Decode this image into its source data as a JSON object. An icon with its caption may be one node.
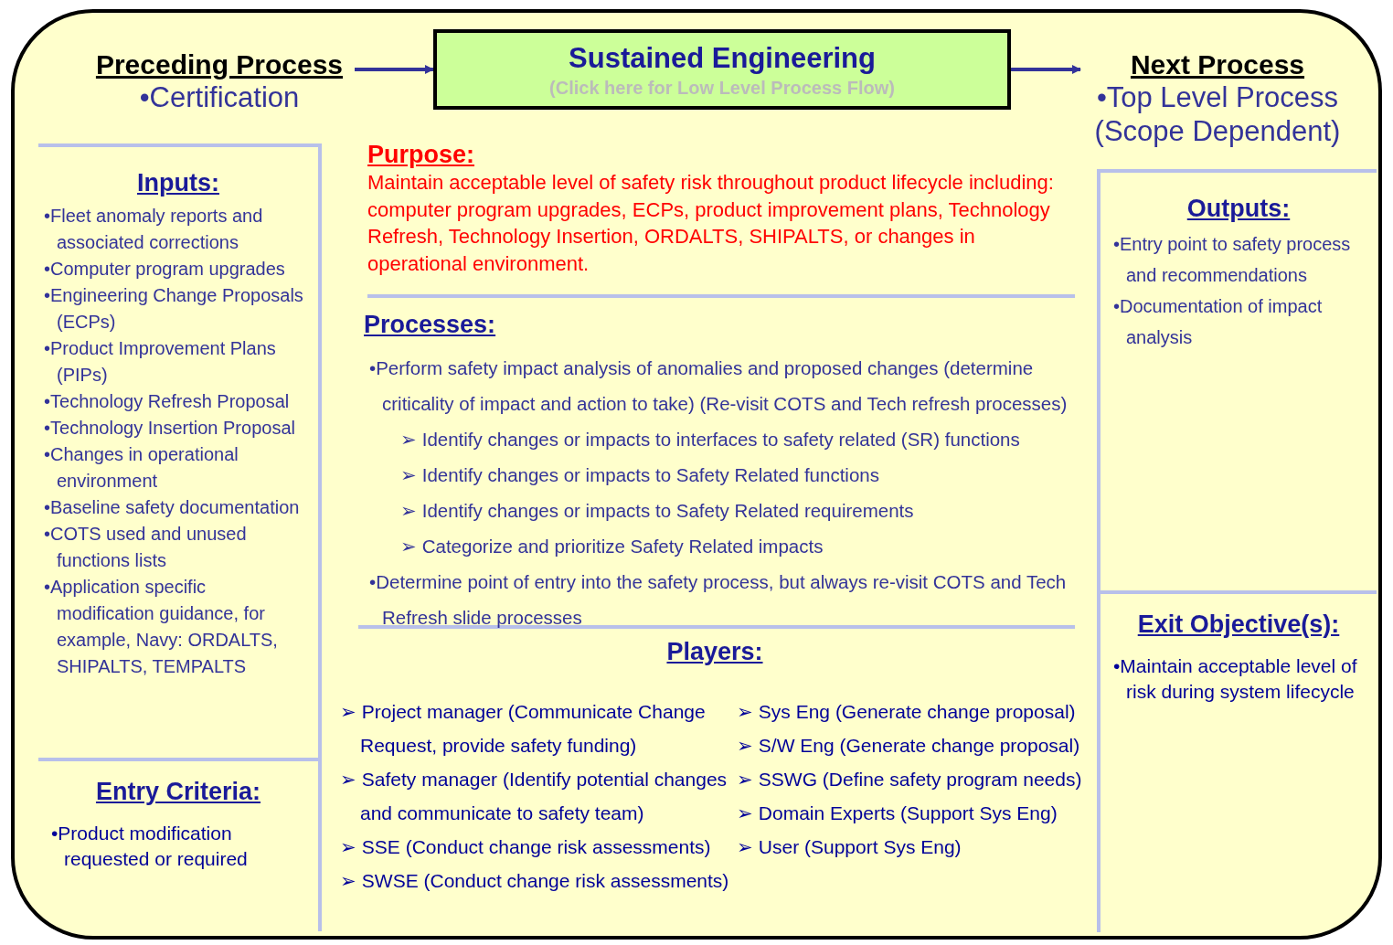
{
  "diagram": {
    "nodes": [
      {
        "text": [],
        "shape": "box"
      },
      {
        "text": [
          "Preceding Process",
          "•Certification"
        ],
        "in": 0
      },
      {
        "text": [
          "Sustained Engineering",
          "(Click here for Low Level Process Flow)"
        ],
        "in": 0
      },
      {
        "text": [
          "Next Process",
          "•Top Level Process (Scope Dependent)"
        ],
        "in": 0
      },
      {
        "text": [
          "Inputs:",
          "•Fleet anomaly reports and associated corrections",
          "•Computer program upgrades",
          "•Engineering Change Proposals (ECPs)",
          "•Product Improvement Plans (PIPs)",
          "•Technology Refresh Proposal",
          "•Technology Insertion Proposal",
          "•Changes in operational environment",
          "•Baseline safety documentation",
          "•COTS used and unused functions lists",
          "•Application specific modification guidance, for example, Navy: ORDALTS, SHIPALTS, TEMPALTS"
        ],
        "in": 0
      },
      {
        "text": [
          "Entry Criteria:",
          "•Product modification requested or required"
        ],
        "in": 0
      },
      {
        "text": [
          "Purpose:",
          "Maintain acceptable level of safety risk throughout product lifecycle including: computer program upgrades, ECPs, product improvement plans, Technology Refresh, Technology Insertion, ORDALTS, SHIPALTS, or changes in operational environment."
        ],
        "in": 0
      },
      {
        "text": [
          "Processes:",
          "•Perform safety impact analysis of anomalies and proposed changes (determine criticality of impact and action to take) (Re-visit COTS and Tech refresh processes)",
          "➢ Identify changes or impacts to interfaces to safety related (SR) functions",
          "➢ Identify changes or impacts to Safety Related functions",
          "➢ Identify changes or impacts to Safety Related requirements",
          "➢ Categorize and prioritize Safety Related  impacts",
          "•Determine point of entry into the safety process, but always re-visit COTS and Tech Refresh slide processes"
        ],
        "in": 0
      },
      {
        "text": [
          "Players:",
          "➢ Project manager (Communicate Change Request, provide safety funding)",
          "➢ Safety manager (Identify potential changes and communicate to safety team)",
          "➢ SSE (Conduct change risk assessments)",
          "➢ SWSE (Conduct change risk assessments)",
          "➢ Sys Eng (Generate change proposal)",
          "➢ S/W Eng (Generate change proposal)",
          "➢ SSWG (Define safety program needs)",
          "➢ Domain Experts (Support Sys Eng)",
          "➢ User (Support Sys Eng)"
        ],
        "in": 0
      },
      {
        "text": [
          "Outputs:",
          "•Entry point to safety process and recommendations",
          "•Documentation of impact analysis"
        ],
        "in": 0
      },
      {
        "text": [
          "Exit Objective(s):",
          "•Maintain acceptable level of risk during system lifecycle"
        ],
        "in": 0
      }
    ],
    "edges": [
      {
        "from": 1,
        "to": 2,
        "arrow": "to"
      },
      {
        "from": 2,
        "to": 3,
        "arrow": "to"
      }
    ]
  }
}
